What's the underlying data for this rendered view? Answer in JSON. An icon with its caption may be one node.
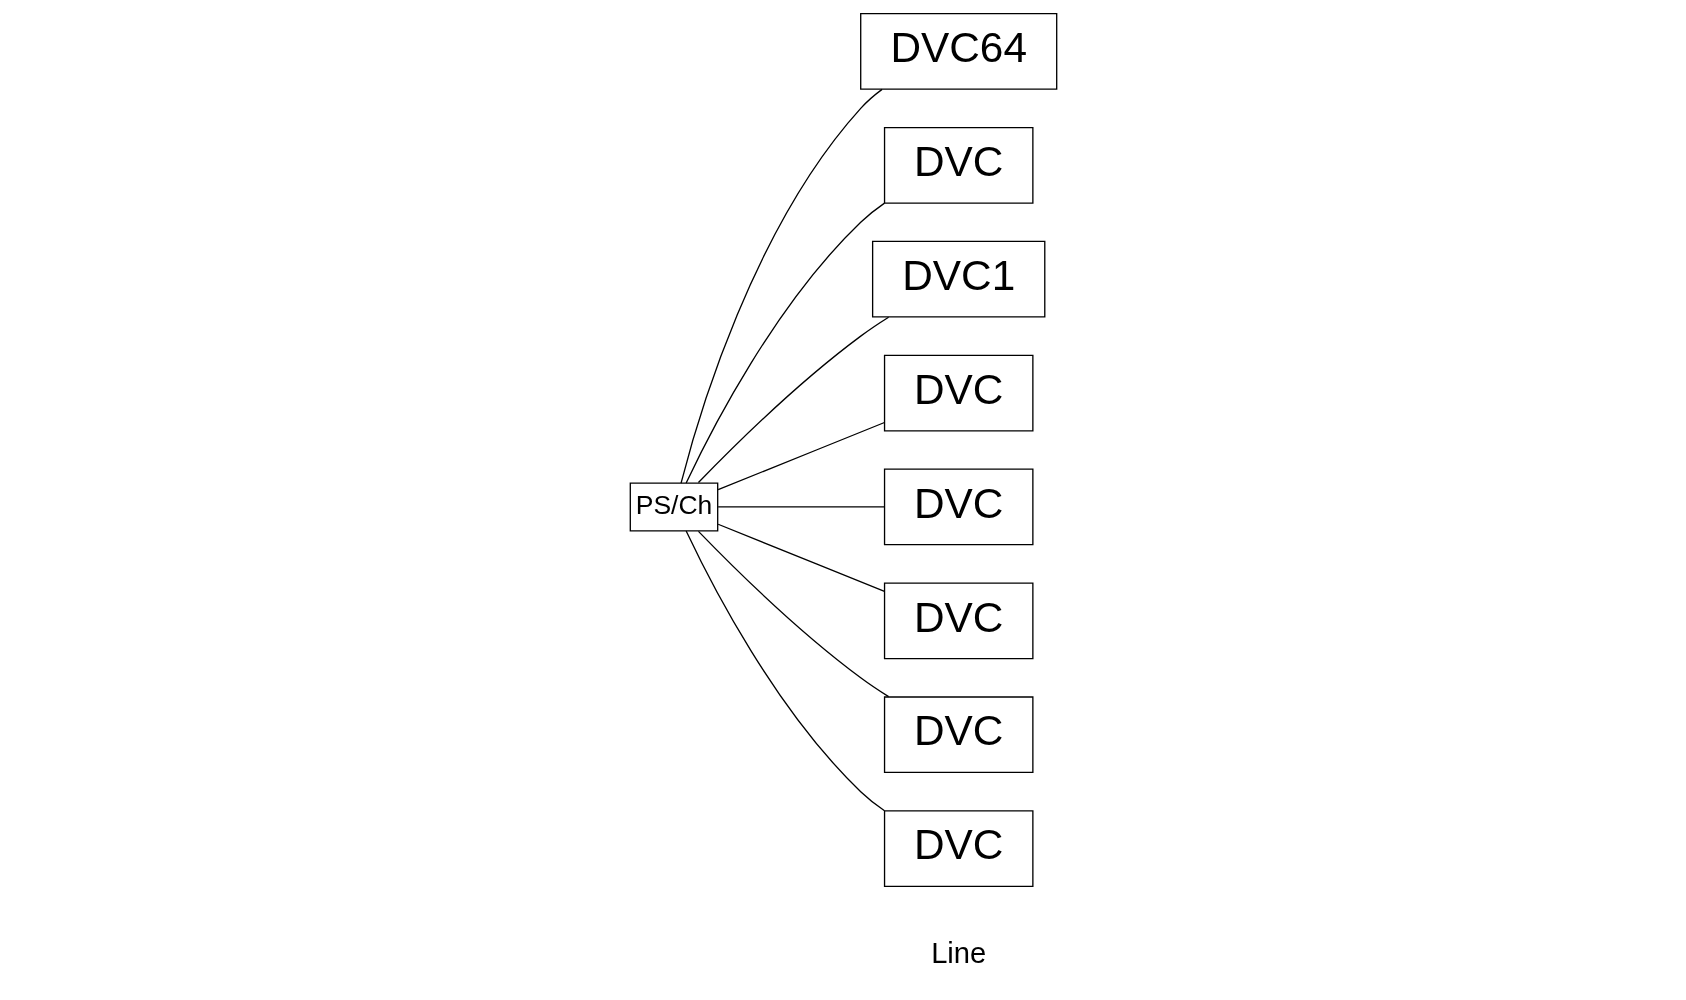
{
  "diagram": {
    "nodes": [
      {
        "text": [
          "DVC64"
        ]
      },
      {
        "text": [
          "DVC"
        ]
      },
      {
        "text": [
          "DVC1"
        ]
      },
      {
        "text": [
          "DVC"
        ]
      },
      {
        "text": [
          "PS/Ch"
        ]
      },
      {
        "text": [
          "DVC"
        ]
      },
      {
        "text": [
          "DVC"
        ]
      },
      {
        "text": [
          "DVC"
        ]
      },
      {
        "text": [
          "DVC"
        ]
      }
    ],
    "edges": [
      {
        "from": 4,
        "to": 2,
        "arrow": "none"
      },
      {
        "from": 4,
        "to": 3,
        "arrow": "none"
      },
      {
        "from": 4,
        "to": 6,
        "arrow": "none"
      },
      {
        "from": 4,
        "to": 7,
        "arrow": "none"
      },
      {
        "from": 4,
        "to": 8,
        "arrow": "none"
      },
      {
        "from": 4,
        "to": 5,
        "arrow": "none"
      },
      {
        "from": 4,
        "to": 1,
        "arrow": "none"
      },
      {
        "from": 4,
        "to": 0,
        "arrow": "none"
      }
    ],
    "labels": [
      "Line"
    ]
  }
}
